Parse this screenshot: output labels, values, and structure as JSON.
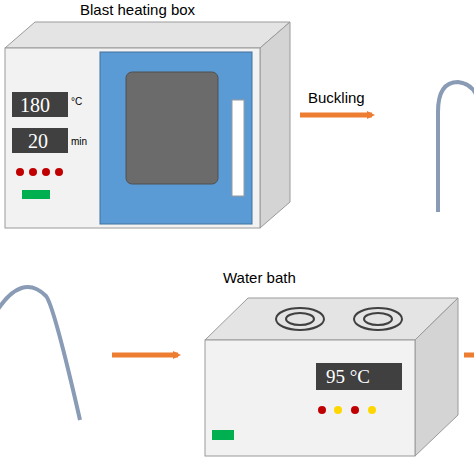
{
  "diagram": {
    "nodes": [
      {
        "text": [
          "Blast heating box",
          "180",
          "°C",
          "20",
          "min"
        ]
      },
      {
        "text": [
          "Water bath",
          "95 °C"
        ]
      }
    ],
    "labels": [
      "Buckling"
    ]
  }
}
